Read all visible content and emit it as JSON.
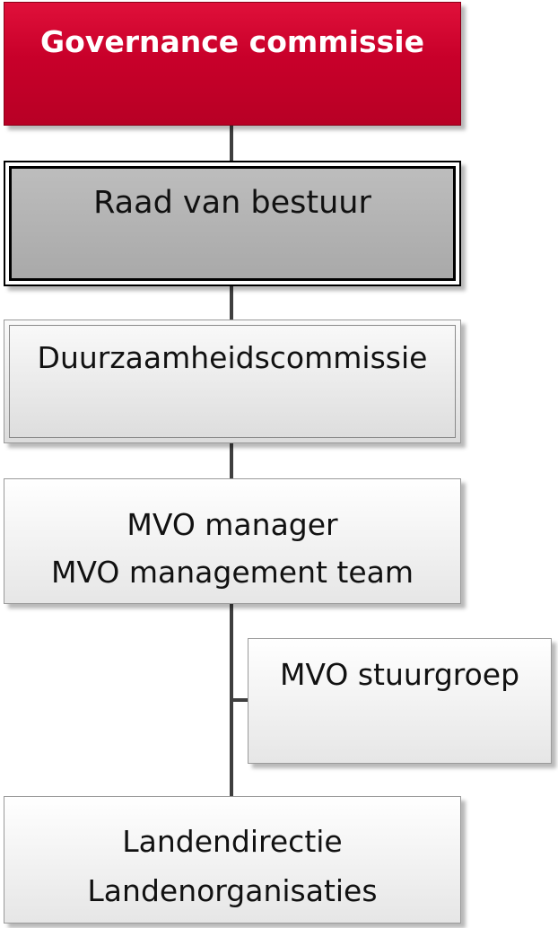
{
  "boxes": {
    "governance": "Governance commissie",
    "raad": "Raad van bestuur",
    "duurzaam": "Duurzaamheidscommissie",
    "mvo_manager": [
      "MVO manager",
      "MVO management team"
    ],
    "stuurgroep": "MVO stuurgroep",
    "landen": [
      "Landendirectie",
      "Landenorganisaties"
    ]
  },
  "colors": {
    "governance_fill": "#c8002a",
    "raad_fill": "#b3b3b3",
    "connector": "#3f3f3f"
  }
}
